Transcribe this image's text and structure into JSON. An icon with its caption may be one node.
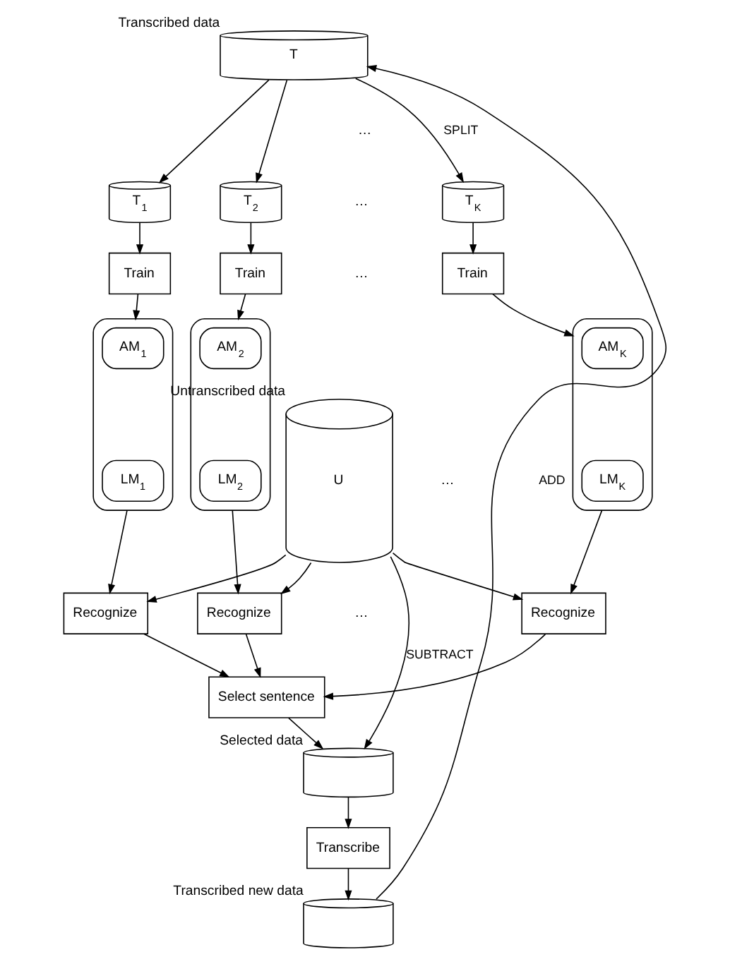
{
  "diagram": {
    "nodes": [
      {
        "text": [
          "T"
        ],
        "beside": [
          "Transcribed data"
        ]
      },
      {
        "text": [
          "T$_{1}$"
        ]
      },
      {
        "text": [
          "T$_{2}$"
        ]
      },
      {
        "text": [
          "T$_{K}$"
        ]
      },
      {
        "text": [
          "U"
        ],
        "beside": [
          "Untranscribed data"
        ]
      },
      {
        "text": [
          "Train"
        ]
      },
      {
        "text": [
          "Train"
        ]
      },
      {
        "text": [
          "Train"
        ]
      },
      {
        "text": [],
        "shape": "box"
      },
      {
        "text": [
          "AM$_{1}$"
        ],
        "in": 8
      },
      {
        "text": [
          "LM$_{1}$"
        ],
        "in": 8
      },
      {
        "text": [],
        "shape": "box"
      },
      {
        "text": [
          "AM$_{2}$"
        ],
        "in": 11
      },
      {
        "text": [
          "LM$_{2}$"
        ],
        "in": 11
      },
      {
        "text": [],
        "shape": "box"
      },
      {
        "text": [
          "AM$_{K}$"
        ],
        "in": 14
      },
      {
        "text": [
          "LM$_{K}$"
        ],
        "in": 14
      },
      {
        "text": [
          "Recognize"
        ]
      },
      {
        "text": [
          "Recognize"
        ]
      },
      {
        "text": [
          "Recognize"
        ]
      },
      {
        "text": [
          "Select sentence"
        ]
      },
      {
        "text": [],
        "shape": "cylinder",
        "beside": [
          "Selected data"
        ]
      },
      {
        "text": [
          "Transcribe"
        ]
      },
      {
        "text": [],
        "shape": "cylinder",
        "beside": [
          "Transcribed new data"
        ]
      }
    ],
    "edges": [
      {
        "from": 0,
        "to": 1,
        "arrow": "to"
      },
      {
        "from": 0,
        "to": 2,
        "arrow": "to"
      },
      {
        "from": 0,
        "to": 3,
        "arrow": "to",
        "label": "SPLIT"
      },
      {
        "from": 1,
        "to": 5,
        "arrow": "to"
      },
      {
        "from": 2,
        "to": 6,
        "arrow": "to"
      },
      {
        "from": 3,
        "to": 7,
        "arrow": "to"
      },
      {
        "from": 5,
        "to": 8,
        "arrow": "to"
      },
      {
        "from": 6,
        "to": 11,
        "arrow": "to"
      },
      {
        "from": 7,
        "to": 14,
        "arrow": "to"
      },
      {
        "from": 8,
        "to": 17,
        "arrow": "to"
      },
      {
        "from": 11,
        "to": 18,
        "arrow": "to"
      },
      {
        "from": 14,
        "to": 19,
        "arrow": "to"
      },
      {
        "from": 4,
        "to": 17,
        "arrow": "to"
      },
      {
        "from": 4,
        "to": 18,
        "arrow": "to"
      },
      {
        "from": 4,
        "to": 19,
        "arrow": "to"
      },
      {
        "from": 17,
        "to": 20,
        "arrow": "to"
      },
      {
        "from": 18,
        "to": 20,
        "arrow": "to"
      },
      {
        "from": 19,
        "to": 20,
        "arrow": "to"
      },
      {
        "from": 4,
        "to": 21,
        "arrow": "to",
        "label": "SUBTRACT"
      },
      {
        "from": 20,
        "to": 21,
        "arrow": "to"
      },
      {
        "from": 21,
        "to": 22,
        "arrow": "to"
      },
      {
        "from": 22,
        "to": 23,
        "arrow": "to"
      },
      {
        "from": 23,
        "to": 0,
        "arrow": "to",
        "label": "ADD"
      }
    ],
    "labels": [
      "…",
      "…",
      "…",
      "…",
      "…"
    ]
  }
}
